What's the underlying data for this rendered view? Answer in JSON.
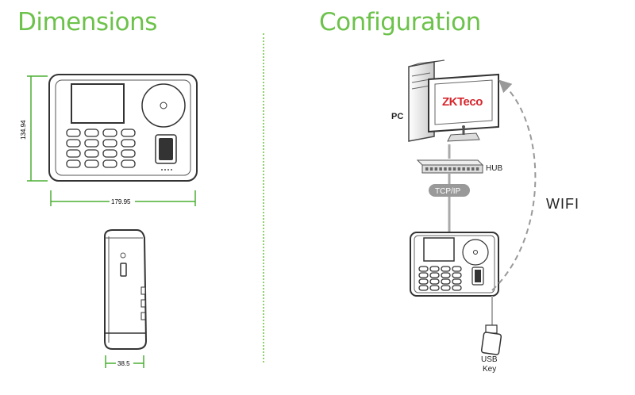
{
  "sections": {
    "dimensions": {
      "title": "Dimensions"
    },
    "configuration": {
      "title": "Configuration"
    }
  },
  "dimensions": {
    "height_mm": "134.94",
    "width_mm": "179.95",
    "depth_mm": "38.5"
  },
  "configuration": {
    "pc_label": "PC",
    "monitor_logo": "ZKTeco",
    "hub_label": "HUB",
    "link_label": "TCP/IP",
    "wifi_label": "WIFI",
    "usb_label_line1": "USB",
    "usb_label_line2": "Key"
  },
  "colors": {
    "brand_green": "#6cc24a",
    "divider_green": "#8fd06e",
    "dimension_line": "#4caf32",
    "logo_red": "#d6262d"
  },
  "icons": [
    "pc-tower-icon",
    "monitor-icon",
    "hub-icon",
    "terminal-icon",
    "usb-key-icon",
    "wifi-dashed-arrow"
  ]
}
